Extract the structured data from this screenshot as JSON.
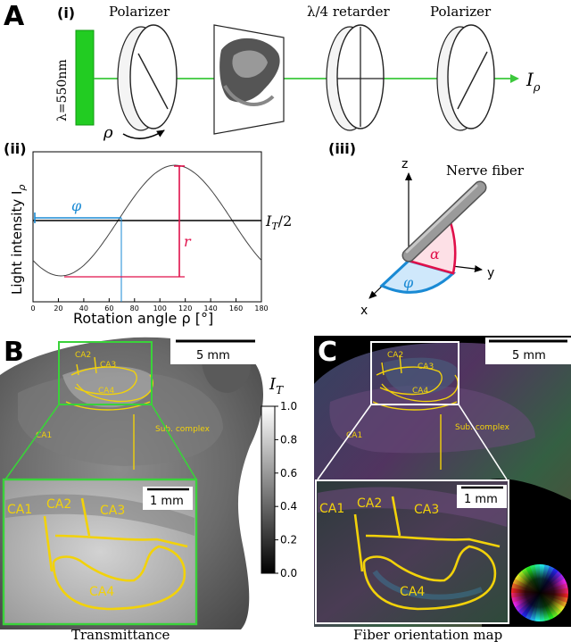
{
  "panel_letters": {
    "a": "A",
    "b": "B",
    "c": "C"
  },
  "sub_labels": {
    "i": "(i)",
    "ii": "(ii)",
    "iii": "(iii)"
  },
  "setup": {
    "light_source": "λ=550nm",
    "polarizer_1": "Polarizer",
    "retarder": "λ/4 retarder",
    "polarizer_2": "Polarizer",
    "rotation_symbol": "ρ",
    "output_symbol": "I",
    "output_subscript": "ρ",
    "beam_color": "#3cc83c"
  },
  "plot": {
    "ylabel": "Light intensity I",
    "ylabel_sub": "ρ",
    "xlabel": "Rotation angle ρ [°]",
    "ticks": [
      "0",
      "20",
      "40",
      "60",
      "80",
      "100",
      "120",
      "140",
      "160",
      "180"
    ],
    "half_intensity_label": "I",
    "half_intensity_sub": "T",
    "half_intensity_suffix": "/2",
    "phi_label": "φ",
    "r_label": "r",
    "phi_color": "#1a8ad4",
    "r_color": "#e0104a"
  },
  "fiber": {
    "label": "Nerve fiber",
    "axis_z": "z",
    "axis_y": "y",
    "axis_x": "x",
    "alpha": "α",
    "phi": "φ"
  },
  "panel_b": {
    "scale_main": "5 mm",
    "scale_inset": "1 mm",
    "region_labels": [
      "CA2",
      "CA3",
      "CA4",
      "CA1",
      "Sub. complex"
    ],
    "inset_labels": [
      "CA1",
      "CA2",
      "CA3",
      "CA4"
    ],
    "caption": "Transmittance",
    "outline_color": "#f2d20a",
    "zoom_frame_color": "#3ad23a"
  },
  "colorbar": {
    "title": "I",
    "title_sub": "T",
    "ticks": [
      "1.0",
      "0.8",
      "0.6",
      "0.4",
      "0.2",
      "0.0"
    ]
  },
  "panel_c": {
    "scale_main": "5 mm",
    "scale_inset": "1 mm",
    "region_labels": [
      "CA2",
      "CA3",
      "CA4",
      "CA1",
      "Sub. complex"
    ],
    "inset_labels": [
      "CA1",
      "CA2",
      "CA3",
      "CA4"
    ],
    "caption": "Fiber orientation map"
  }
}
